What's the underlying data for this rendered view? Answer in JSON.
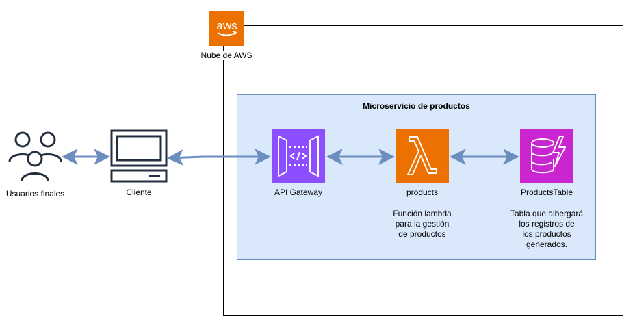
{
  "aws": {
    "logo_text": "aws",
    "label": "Nube de AWS"
  },
  "microservice": {
    "title": "Microservicio de productos"
  },
  "users": {
    "label": "Usuarios finales"
  },
  "client": {
    "label": "Cliente"
  },
  "api_gateway": {
    "label": "API Gateway"
  },
  "lambda": {
    "label": "products",
    "description": "Función lambda\npara la gestión\nde productos"
  },
  "dynamodb": {
    "label": "ProductsTable",
    "description": "Tabla que albergará\nlos registros de\nlos productos\ngenerados."
  },
  "colors": {
    "aws_orange": "#ED7100",
    "api_purple": "#8C4FFF",
    "dynamo_magenta": "#C925D1",
    "arrow": "#6c8ebf",
    "group_fill": "#dae8fc"
  }
}
